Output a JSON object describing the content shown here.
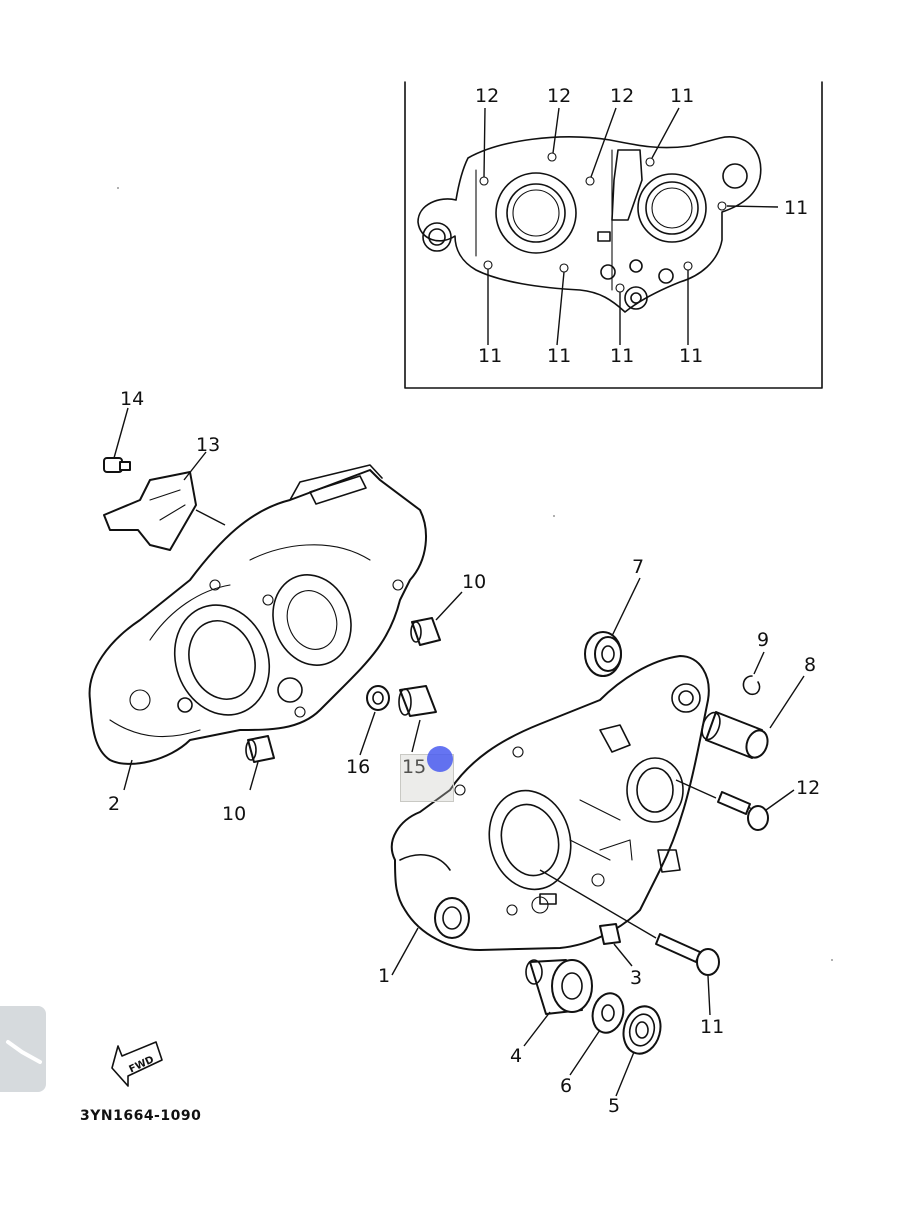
{
  "diagram": {
    "part_code": "3YN1664-1090",
    "fwd_label": "FWD",
    "inset_callouts": [
      "12",
      "12",
      "12",
      "11",
      "11",
      "11",
      "11",
      "11",
      "11"
    ],
    "callouts": {
      "c1": "1",
      "c2": "2",
      "c3": "3",
      "c4": "4",
      "c5": "5",
      "c6": "6",
      "c7": "7",
      "c8": "8",
      "c9": "9",
      "c10a": "10",
      "c10b": "10",
      "c11": "11",
      "c12": "12",
      "c13": "13",
      "c14": "14",
      "c15": "15",
      "c16": "16"
    }
  },
  "colors": {
    "line": "#111111",
    "pointer": "#4a5cf0",
    "side_tab": "#d6dadd"
  }
}
